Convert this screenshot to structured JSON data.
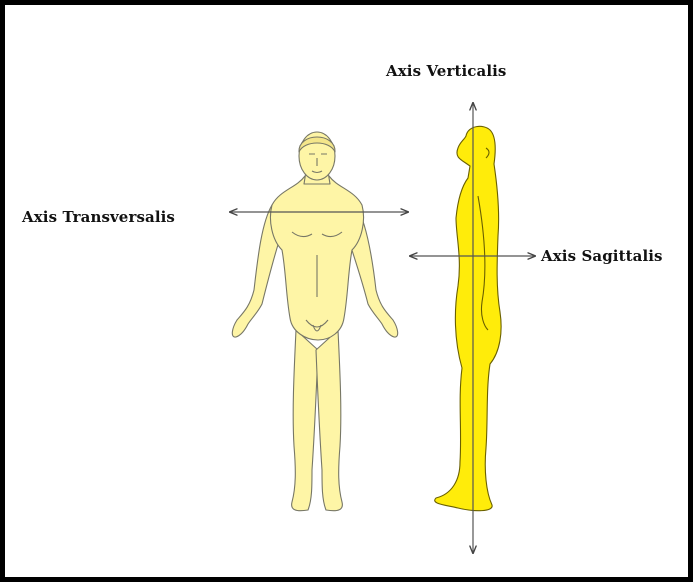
{
  "labels": {
    "vertical": "Axis Verticalis",
    "transverse": "Axis Transversalis",
    "sagittal": "Axis Sagittalis"
  },
  "colors": {
    "frame": "#000000",
    "front_figure": "#fef5a6",
    "side_figure": "#ffec0a",
    "outline": "#777766",
    "arrow": "#555555"
  }
}
